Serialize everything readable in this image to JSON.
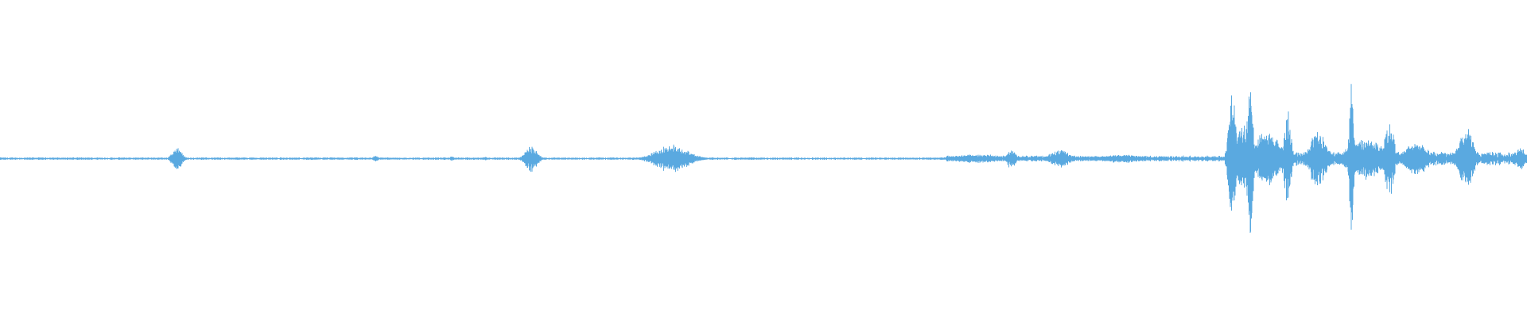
{
  "colors": {
    "background": "#ffffff",
    "waveform": "#5aa9e0"
  },
  "waveform": {
    "baseline_amplitude": 0.008,
    "events": [
      {
        "t": 0.116,
        "peak": 0.1,
        "spread": 0.004
      },
      {
        "t": 0.246,
        "peak": 0.03,
        "spread": 0.002
      },
      {
        "t": 0.296,
        "peak": 0.02,
        "spread": 0.002
      },
      {
        "t": 0.318,
        "peak": 0.02,
        "spread": 0.002
      },
      {
        "t": 0.348,
        "peak": 0.12,
        "spread": 0.005
      },
      {
        "t": 0.44,
        "peak": 0.12,
        "spread": 0.014
      },
      {
        "t": 0.64,
        "peak": 0.04,
        "spread": 0.02
      },
      {
        "t": 0.662,
        "peak": 0.08,
        "spread": 0.004
      },
      {
        "t": 0.694,
        "peak": 0.08,
        "spread": 0.008
      },
      {
        "t": 0.735,
        "peak": 0.04,
        "spread": 0.015
      },
      {
        "t": 0.807,
        "peak": 0.6,
        "spread": 0.003
      },
      {
        "t": 0.815,
        "peak": 0.35,
        "spread": 0.006
      },
      {
        "t": 0.819,
        "peak": 0.8,
        "spread": 0.002
      },
      {
        "t": 0.83,
        "peak": 0.25,
        "spread": 0.01
      },
      {
        "t": 0.843,
        "peak": 0.45,
        "spread": 0.003
      },
      {
        "t": 0.863,
        "peak": 0.25,
        "spread": 0.007
      },
      {
        "t": 0.885,
        "peak": 0.65,
        "spread": 0.002
      },
      {
        "t": 0.895,
        "peak": 0.18,
        "spread": 0.015
      },
      {
        "t": 0.91,
        "peak": 0.32,
        "spread": 0.004
      },
      {
        "t": 0.928,
        "peak": 0.14,
        "spread": 0.01
      },
      {
        "t": 0.96,
        "peak": 0.28,
        "spread": 0.006
      },
      {
        "t": 0.996,
        "peak": 0.1,
        "spread": 0.004
      }
    ],
    "noisy_regions": [
      {
        "start": 0.62,
        "end": 0.805,
        "amplitude": 0.025
      },
      {
        "start": 0.805,
        "end": 1.0,
        "amplitude": 0.06
      }
    ]
  }
}
